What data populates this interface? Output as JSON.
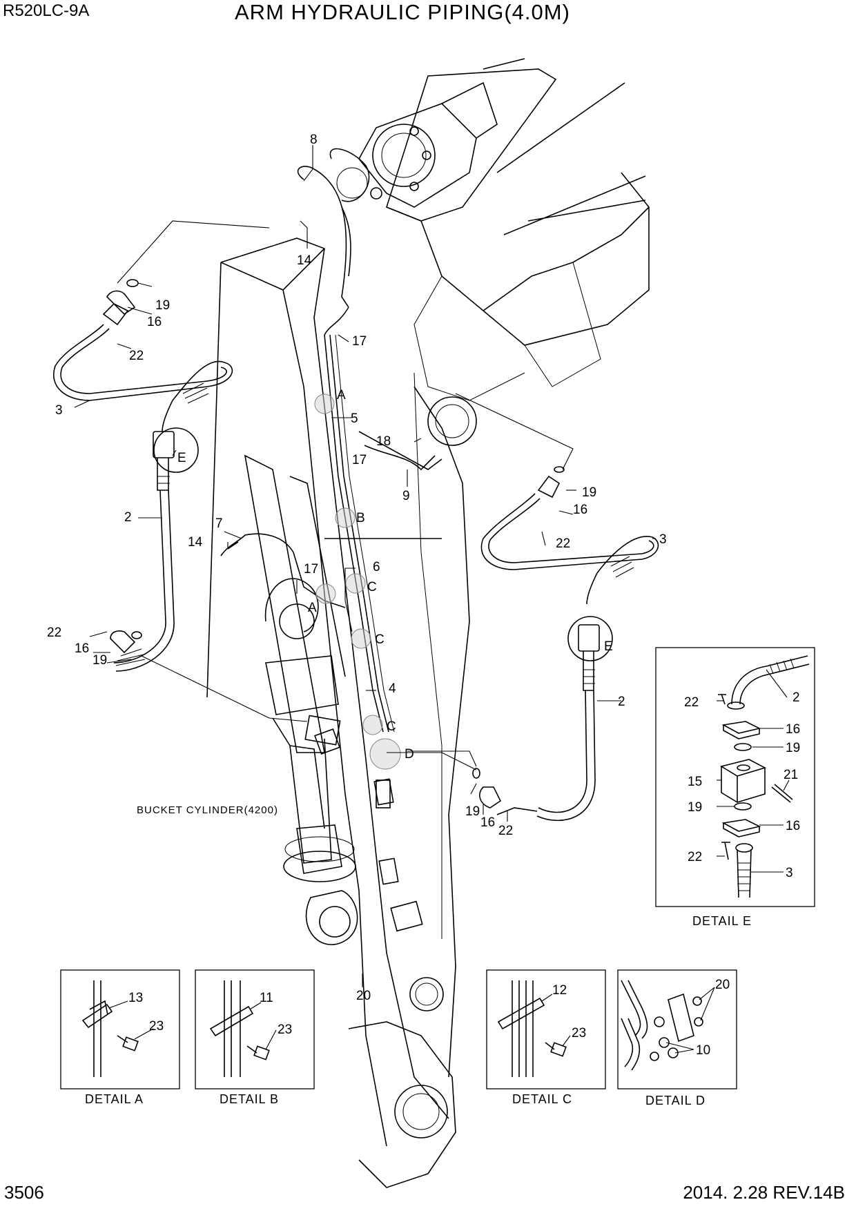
{
  "header": {
    "model": "R520LC-9A",
    "title": "ARM HYDRAULIC PIPING(4.0M)"
  },
  "footer": {
    "page": "3506",
    "date_rev": "2014. 2.28  REV.14B"
  },
  "labels": {
    "bucket_cylinder": "BUCKET CYLINDER(4200)"
  },
  "callouts": {
    "c8": "8",
    "c14a": "14",
    "c19a": "19",
    "c16a": "16",
    "c22a": "22",
    "c3a": "3",
    "c17a": "17",
    "cA1": "A",
    "c5": "5",
    "cE1": "E",
    "c18": "18",
    "c17b": "17",
    "c9": "9",
    "c2a": "2",
    "cB": "B",
    "c7": "7",
    "c14b": "14",
    "c6": "6",
    "c17c": "17",
    "cC1": "C",
    "cA2": "A",
    "c22b": "22",
    "c16b": "16",
    "c19b": "19",
    "cC2": "C",
    "c4": "4",
    "cC3": "C",
    "cD": "D",
    "c19c": "19",
    "c16c": "16",
    "c22c": "22",
    "c20main": "20",
    "c19d": "19",
    "c16d": "16",
    "c22d": "22",
    "c3b": "3",
    "cE2": "E",
    "c2b": "2"
  },
  "details": {
    "A": {
      "title": "DETAIL  A",
      "parts": [
        "13",
        "23"
      ]
    },
    "B": {
      "title": "DETAIL  B",
      "parts": [
        "11",
        "23"
      ]
    },
    "C": {
      "title": "DETAIL  C",
      "parts": [
        "12",
        "23"
      ]
    },
    "D": {
      "title": "DETAIL  D",
      "parts": [
        "20",
        "10"
      ]
    },
    "E": {
      "title": "DETAIL  E",
      "parts": [
        "22",
        "2",
        "16",
        "19",
        "15",
        "21",
        "19",
        "16",
        "22",
        "3"
      ]
    }
  }
}
